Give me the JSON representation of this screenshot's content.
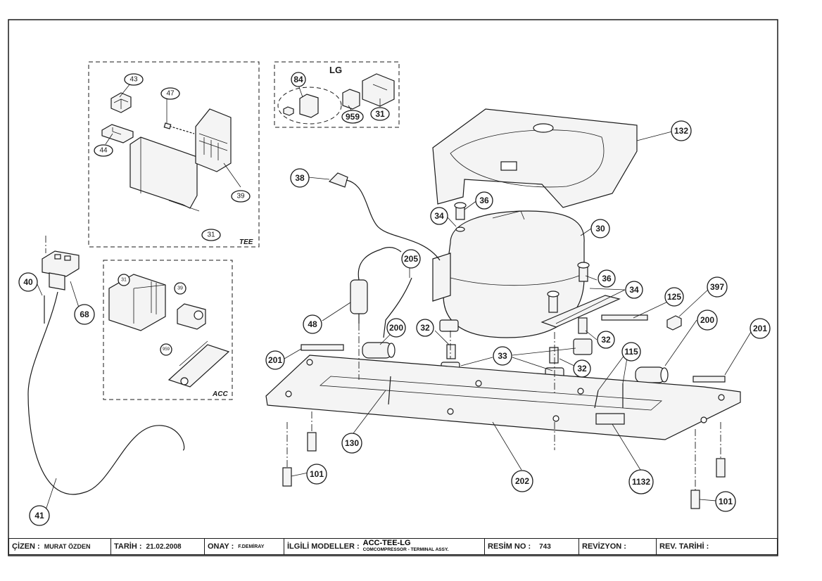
{
  "callouts": {
    "c43": "43",
    "c47": "47",
    "c44": "44",
    "c39a": "39",
    "c31a": "31",
    "c84": "84",
    "c959a": "959",
    "c31b": "31",
    "c132": "132",
    "c38": "38",
    "c36a": "36",
    "c34a": "34",
    "c30": "30",
    "c36b": "36",
    "c34b": "34",
    "c125": "125",
    "c397": "397",
    "c205": "205",
    "c48": "48",
    "c200a": "200",
    "c32a": "32",
    "c32b": "32",
    "c32c": "32",
    "c33": "33",
    "c201a": "201",
    "c200b": "200",
    "c201b": "201",
    "c115": "115",
    "c130": "130",
    "c202": "202",
    "c1132": "1132",
    "c101a": "101",
    "c101b": "101",
    "c40": "40",
    "c68": "68",
    "c41": "41",
    "c31c": "31",
    "c39b": "39",
    "c959b": "959"
  },
  "groups": {
    "lg_label": "LG",
    "tee_label": "TEE",
    "acc_label": "ACC"
  },
  "title_block": {
    "cizen_label": "ÇİZEN :",
    "cizen_value": "MURAT ÖZDEN",
    "tarih_label": "TARİH :",
    "tarih_value": "21.02.2008",
    "onay_label": "ONAY :",
    "onay_value": "F.DEMİRAY",
    "modeller_label": "İLGİLİ MODELLER :",
    "modeller_value": "ACC-TEE-LG",
    "modeller_sub": "COMCOMPRESSOR - TERMINAL ASSY.",
    "resim_label": "RESİM NO :",
    "resim_value": "743",
    "revizyon_label": "REVİZYON :",
    "revizyon_value": "",
    "rev_tarihi_label": "REV. TARİHİ :",
    "rev_tarihi_value": ""
  }
}
